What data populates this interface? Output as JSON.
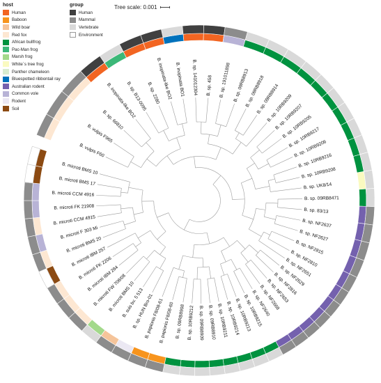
{
  "legend_host": {
    "title": "host",
    "items": [
      {
        "label": "Human",
        "color": "#f26522"
      },
      {
        "label": "Baboon",
        "color": "#f7941d"
      },
      {
        "label": "Wild boar",
        "color": "#f5c49a"
      },
      {
        "label": "Red fox",
        "color": "#fde7d2"
      },
      {
        "label": "African bullfrog",
        "color": "#00923f"
      },
      {
        "label": "Pac-Man frog",
        "color": "#3cb878"
      },
      {
        "label": "Marsh frog",
        "color": "#a3d98b"
      },
      {
        "label": "White´s tree frog",
        "color": "#fafac0"
      },
      {
        "label": "Panther chameleon",
        "color": "#d8ecd0"
      },
      {
        "label": "Bluespotted ribbontail ray",
        "color": "#0072bc"
      },
      {
        "label": "Australian rodent",
        "color": "#7461ae"
      },
      {
        "label": "Common vole",
        "color": "#b8b3d6"
      },
      {
        "label": "Rodent",
        "color": "#ebe8f3"
      },
      {
        "label": "Soil",
        "color": "#8c4a12"
      }
    ]
  },
  "legend_group": {
    "title": "group",
    "items": [
      {
        "label": "Human",
        "color": "#404040"
      },
      {
        "label": "Mammal",
        "color": "#8c8c8c"
      },
      {
        "label": "Vertebrate",
        "color": "#d9d9d9"
      },
      {
        "label": "Environment",
        "color": "#ffffff"
      }
    ]
  },
  "tree_scale": {
    "label": "Tree scale: 0.001"
  },
  "tips": [
    {
      "label": "B. vulpis F60",
      "angle": -155,
      "host": "#fde7d2",
      "group": "#8c8c8c"
    },
    {
      "label": "B. vulpis F965",
      "angle": -146,
      "host": "#fde7d2",
      "group": "#8c8c8c"
    },
    {
      "label": "B. sp. 66810",
      "angle": -137,
      "host": "#fde7d2",
      "group": "#8c8c8c"
    },
    {
      "label": "B. inopinata-like BO2",
      "angle": -128,
      "host": "#f26522",
      "group": "#404040"
    },
    {
      "label": "B. sp. B13-0095",
      "angle": -121,
      "host": "#3cb878",
      "group": "#d9d9d9"
    },
    {
      "label": "B. sp. 2280",
      "angle": -113,
      "host": "#f26522",
      "group": "#404040"
    },
    {
      "label": "B. inopinata-like BO2",
      "angle": -106,
      "host": "#f26522",
      "group": "#404040"
    },
    {
      "label": "B. inopinata BO1",
      "angle": -99,
      "host": "#0072bc",
      "group": "#d9d9d9"
    },
    {
      "label": "B. sp. 141012304",
      "angle": -92,
      "host": "#f26522",
      "group": "#404040"
    },
    {
      "label": "B. sp. 458",
      "angle": -85,
      "host": "#f26522",
      "group": "#404040"
    },
    {
      "label": "B. sp. 191011898",
      "angle": -78,
      "host": "#b8b3d6",
      "group": "#8c8c8c"
    },
    {
      "label": "B. sp. 09RB8913",
      "angle": -70,
      "host": "#00923f",
      "group": "#d9d9d9"
    },
    {
      "label": "B. sp. 09RB8918",
      "angle": -63,
      "host": "#00923f",
      "group": "#d9d9d9"
    },
    {
      "label": "B. sp. 09RB8914",
      "angle": -56,
      "host": "#00923f",
      "group": "#d9d9d9"
    },
    {
      "label": "B. sp. 10RB9209",
      "angle": -49,
      "host": "#00923f",
      "group": "#d9d9d9"
    },
    {
      "label": "B. sp. 10RB9207",
      "angle": -43,
      "host": "#00923f",
      "group": "#d9d9d9"
    },
    {
      "label": "B. sp. 10RB9205",
      "angle": -37,
      "host": "#00923f",
      "group": "#d9d9d9"
    },
    {
      "label": "B. sp. 10RB9217",
      "angle": -31,
      "host": "#00923f",
      "group": "#d9d9d9"
    },
    {
      "label": "B. sp. 10RB9206",
      "angle": -25,
      "host": "#00923f",
      "group": "#d9d9d9"
    },
    {
      "label": "B. sp. 10RB9216",
      "angle": -19,
      "host": "#00923f",
      "group": "#d9d9d9"
    },
    {
      "label": "B. sp. 10RB9208",
      "angle": -13,
      "host": "#00923f",
      "group": "#d9d9d9"
    },
    {
      "label": "B. sp. UK8/14",
      "angle": -7,
      "host": "#fafac0",
      "group": "#d9d9d9"
    },
    {
      "label": "B. sp. 09RB8471",
      "angle": -1,
      "host": "#00923f",
      "group": "#d9d9d9"
    },
    {
      "label": "B. sp. 83/13",
      "angle": 5,
      "host": "#7461ae",
      "group": "#8c8c8c"
    },
    {
      "label": "B. sp. NF2637",
      "angle": 11,
      "host": "#7461ae",
      "group": "#8c8c8c"
    },
    {
      "label": "B. sp. NF2627",
      "angle": 17,
      "host": "#7461ae",
      "group": "#8c8c8c"
    },
    {
      "label": "B. sp. NF2815",
      "angle": 23,
      "host": "#7461ae",
      "group": "#8c8c8c"
    },
    {
      "label": "B. sp. NF2810",
      "angle": 29,
      "host": "#7461ae",
      "group": "#8c8c8c"
    },
    {
      "label": "B. sp. NF2651",
      "angle": 34,
      "host": "#7461ae",
      "group": "#8c8c8c"
    },
    {
      "label": "B. sp. NF2629",
      "angle": 39,
      "host": "#7461ae",
      "group": "#8c8c8c"
    },
    {
      "label": "B. sp. NF2816",
      "angle": 44,
      "host": "#7461ae",
      "group": "#8c8c8c"
    },
    {
      "label": "B. sp. NF2653",
      "angle": 49,
      "host": "#7461ae",
      "group": "#8c8c8c"
    },
    {
      "label": "B. sp. NF2668",
      "angle": 54,
      "host": "#7461ae",
      "group": "#8c8c8c"
    },
    {
      "label": "B. sp. NF2640",
      "angle": 59,
      "host": "#7461ae",
      "group": "#8c8c8c"
    },
    {
      "label": "B. sp. 10RB9215",
      "angle": 64,
      "host": "#00923f",
      "group": "#d9d9d9"
    },
    {
      "label": "B. sp. 10RB9213",
      "angle": 69,
      "host": "#00923f",
      "group": "#d9d9d9"
    },
    {
      "label": "B. sp. 10RB9214",
      "angle": 74,
      "host": "#00923f",
      "group": "#d9d9d9"
    },
    {
      "label": "B. sp. 10RB9211",
      "angle": 79,
      "host": "#00923f",
      "group": "#d9d9d9"
    },
    {
      "label": "B. sp. 09RB8910",
      "angle": 84,
      "host": "#00923f",
      "group": "#d9d9d9"
    },
    {
      "label": "B. sp. 09RB8909",
      "angle": 89,
      "host": "#00923f",
      "group": "#d9d9d9"
    },
    {
      "label": "B. sp. 10RB9212",
      "angle": 94,
      "host": "#00923f",
      "group": "#d9d9d9"
    },
    {
      "label": "B. sp. 09RB8908",
      "angle": 99,
      "host": "#00923f",
      "group": "#d9d9d9"
    },
    {
      "label": "B. papionis F8/08-60",
      "angle": 105,
      "host": "#f7941d",
      "group": "#8c8c8c"
    },
    {
      "label": "B. papionis F8/08-61",
      "angle": 111,
      "host": "#f7941d",
      "group": "#8c8c8c"
    },
    {
      "label": "B. sp. HUN Bro-01",
      "angle": 117,
      "host": "#ebe8f3",
      "group": "#8c8c8c"
    },
    {
      "label": "B. suis bv. 5 513",
      "angle": 123,
      "host": "#f5c49a",
      "group": "#8c8c8c"
    },
    {
      "label": "B. microti BMS 10",
      "angle": 129,
      "host": "#a3d98b",
      "group": "#d9d9d9"
    },
    {
      "label": "B. microti FW 708/08",
      "angle": 135,
      "host": "#fde7d2",
      "group": "#8c8c8c"
    },
    {
      "label": "B. microti IBM 284",
      "angle": 141,
      "host": "#fde7d2",
      "group": "#8c8c8c"
    },
    {
      "label": "B. microti FK 2206",
      "angle": 147,
      "host": "#fde7d2",
      "group": "#8c8c8c"
    },
    {
      "label": "B. microti IBM 257",
      "angle": 153,
      "host": "#8c4a12",
      "group": "#ffffff"
    },
    {
      "label": "B. microti BMS 20",
      "angle": 159,
      "host": "#fde7d2",
      "group": "#8c8c8c"
    },
    {
      "label": "B. microti F 303 Mi",
      "angle": 165,
      "host": "#b8b3d6",
      "group": "#8c8c8c"
    },
    {
      "label": "B. microti CCM 4915",
      "angle": 171,
      "host": "#fde7d2",
      "group": "#8c8c8c"
    },
    {
      "label": "B. microti FK 21908",
      "angle": 177,
      "host": "#b8b3d6",
      "group": "#8c8c8c"
    },
    {
      "label": "B. microti CCM 4916",
      "angle": 183,
      "host": "#b8b3d6",
      "group": "#8c8c8c"
    },
    {
      "label": "B. microti BMS 17",
      "angle": 189,
      "host": "#8c4a12",
      "group": "#ffffff"
    },
    {
      "label": "B. microti BMS 10",
      "angle": 195,
      "host": "#8c4a12",
      "group": "#ffffff"
    }
  ]
}
